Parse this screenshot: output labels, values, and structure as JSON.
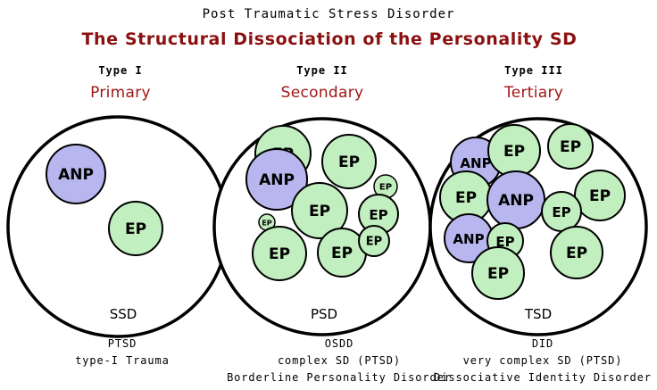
{
  "header": {
    "supertitle": "Post Traumatic Stress Disorder",
    "title": "The Structural Dissociation of the Personality  SD"
  },
  "colors": {
    "title": "#8b1010",
    "anp_fill": "#b8b6ee",
    "ep_fill": "#c2efbf",
    "outline": "#000000"
  },
  "panels": [
    {
      "type_label": "Type I",
      "subtype": "Primary",
      "abbr": "SSD",
      "desc": [
        "PTSD",
        "type-I Trauma"
      ],
      "parts": [
        {
          "label": "ANP",
          "kind": "anp"
        },
        {
          "label": "EP",
          "kind": "ep"
        }
      ]
    },
    {
      "type_label": "Type II",
      "subtype": "Secondary",
      "abbr": "PSD",
      "desc": [
        "OSDD",
        "complex SD (PTSD)",
        "Borderline Personality Disorder"
      ],
      "parts": [
        {
          "label": "EP",
          "kind": "ep"
        },
        {
          "label": "ANP",
          "kind": "anp"
        },
        {
          "label": "EP",
          "kind": "ep"
        },
        {
          "label": "EP",
          "kind": "ep"
        },
        {
          "label": "EP",
          "kind": "ep"
        },
        {
          "label": "EP",
          "kind": "ep"
        },
        {
          "label": "EP",
          "kind": "ep"
        },
        {
          "label": "EP",
          "kind": "ep"
        },
        {
          "label": "EP",
          "kind": "ep"
        },
        {
          "label": "EP",
          "kind": "ep"
        }
      ]
    },
    {
      "type_label": "Type III",
      "subtype": "Tertiary",
      "abbr": "TSD",
      "desc": [
        "DID",
        "very complex SD (PTSD)",
        "Dissociative Identity Disorder"
      ],
      "parts": [
        {
          "label": "ANP",
          "kind": "anp"
        },
        {
          "label": "EP",
          "kind": "ep"
        },
        {
          "label": "EP",
          "kind": "ep"
        },
        {
          "label": "EP",
          "kind": "ep"
        },
        {
          "label": "ANP",
          "kind": "anp"
        },
        {
          "label": "EP",
          "kind": "ep"
        },
        {
          "label": "EP",
          "kind": "ep"
        },
        {
          "label": "ANP",
          "kind": "anp"
        },
        {
          "label": "EP",
          "kind": "ep"
        },
        {
          "label": "EP",
          "kind": "ep"
        },
        {
          "label": "EP",
          "kind": "ep"
        }
      ]
    }
  ]
}
